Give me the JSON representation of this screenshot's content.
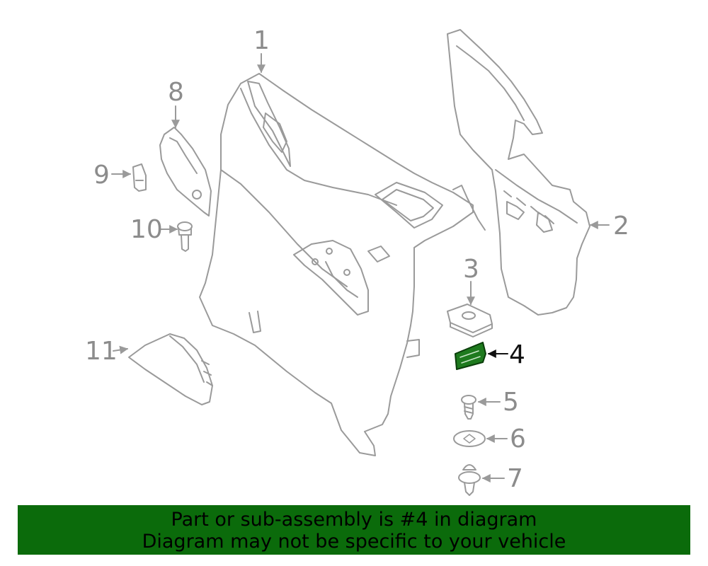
{
  "callouts": {
    "c1": "1",
    "c2": "2",
    "c3": "3",
    "c4": "4",
    "c5": "5",
    "c6": "6",
    "c7": "7",
    "c8": "8",
    "c9": "9",
    "c10": "10",
    "c11": "11"
  },
  "highlighted_part": "4",
  "colors": {
    "line": "#9a9a9a",
    "highlight": "#1e7a1e",
    "banner": "#0b6b0b"
  },
  "banner": {
    "line1": "Part or sub-assembly is #4 in diagram",
    "line2": "Diagram may not be specific to your vehicle"
  }
}
